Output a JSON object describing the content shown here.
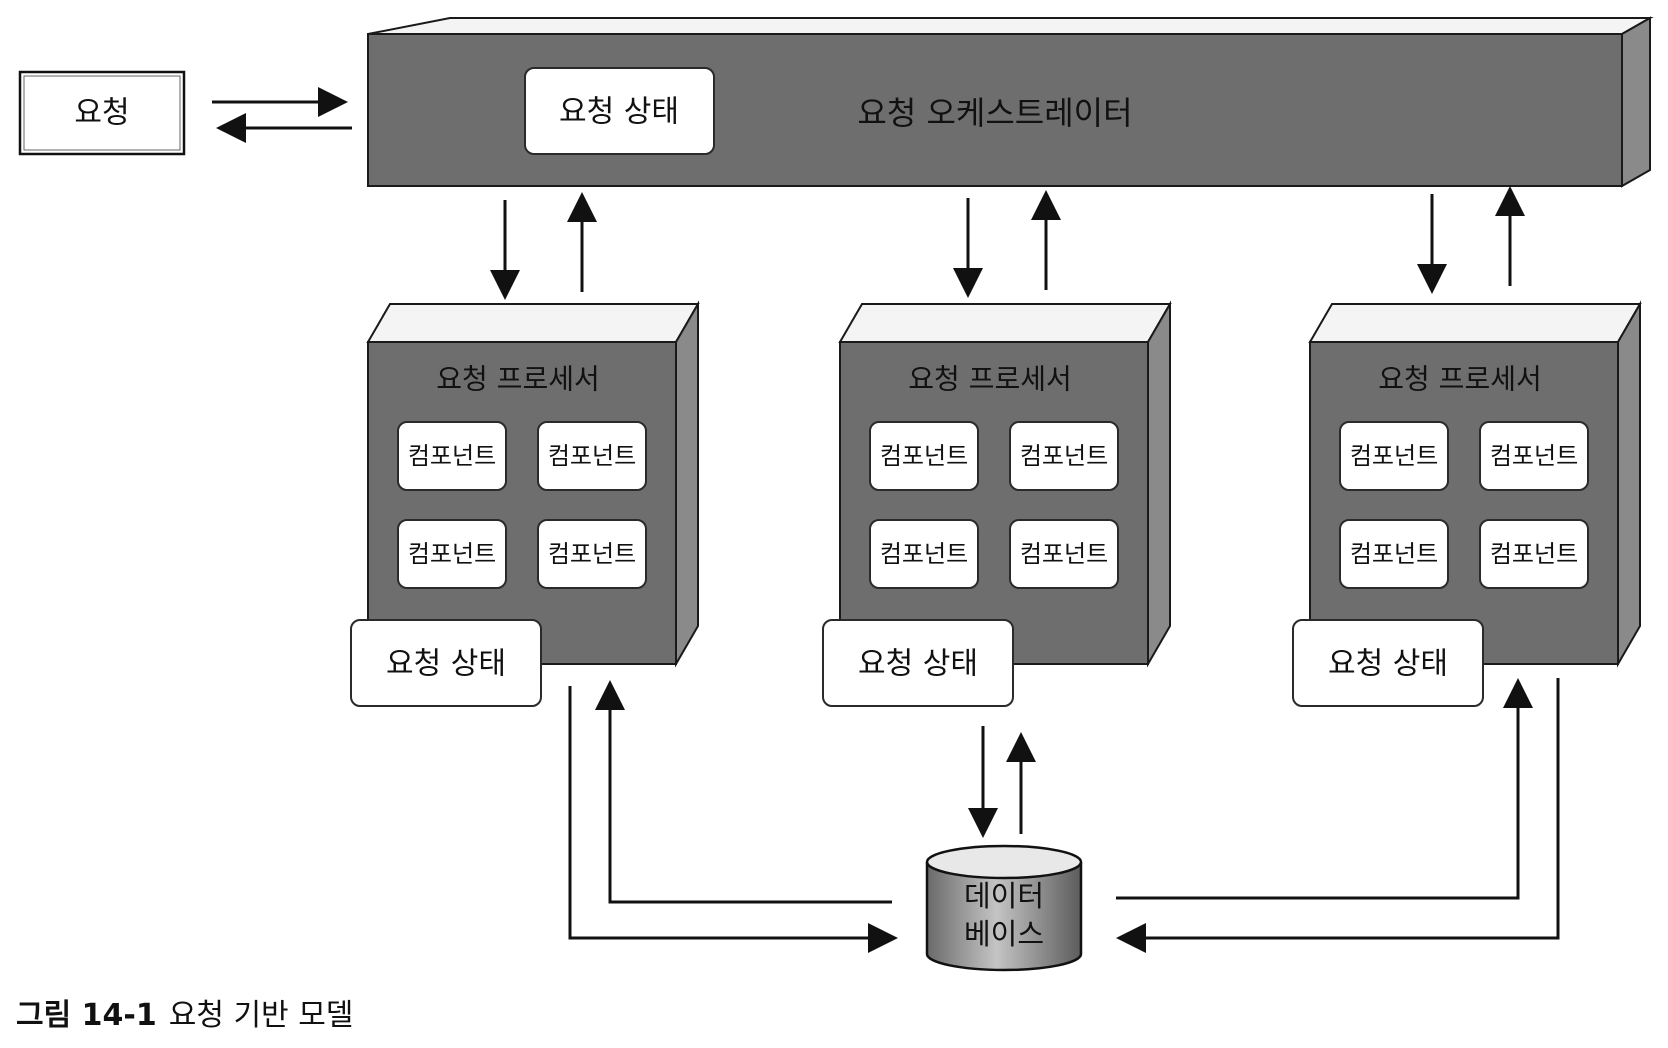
{
  "request": "요청",
  "orchestrator": {
    "label": "요청 오케스트레이터",
    "state_label": "요청 상태"
  },
  "processors": [
    {
      "title": "요청 프로세서",
      "components": [
        "컴포넌트",
        "컴포넌트",
        "컴포넌트",
        "컴포넌트"
      ],
      "state_label": "요청 상태"
    },
    {
      "title": "요청 프로세서",
      "components": [
        "컴포넌트",
        "컴포넌트",
        "컴포넌트",
        "컴포넌트"
      ],
      "state_label": "요청 상태"
    },
    {
      "title": "요청 프로세서",
      "components": [
        "컴포넌트",
        "컴포넌트",
        "컴포넌트",
        "컴포넌트"
      ],
      "state_label": "요청 상태"
    }
  ],
  "database": {
    "line1": "데이터",
    "line2": "베이스"
  },
  "caption": {
    "figure_no": "그림 14-1",
    "text": "요청 기반 모델"
  },
  "colors": {
    "box_fill": "#6e6e6e",
    "box_top": "#f4f4f4",
    "white": "#ffffff",
    "stroke": "#1a1a1a"
  }
}
